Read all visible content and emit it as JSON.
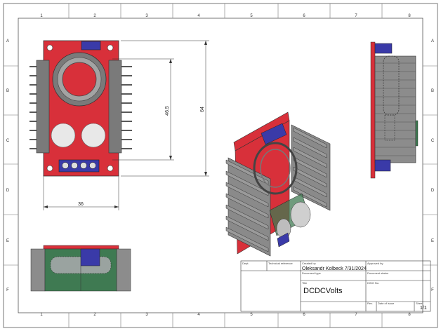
{
  "zones": {
    "cols": [
      "1",
      "2",
      "3",
      "4",
      "5",
      "6",
      "7",
      "8"
    ],
    "rows": [
      "A",
      "B",
      "C",
      "D",
      "E",
      "F"
    ]
  },
  "dimensions": {
    "height_small": "46.5",
    "height_large": "64",
    "width": "36"
  },
  "title_block": {
    "dept_label": "Dept.",
    "tech_ref_label": "Technical reference",
    "created_by_label": "Created by",
    "created_by_value": "Oleksandr Kolbeck 7/31/2024",
    "approved_by_label": "Approved by",
    "doc_type_label": "Document type",
    "doc_status_label": "Document status",
    "title_label": "Title",
    "title_value": "DCDCVolts",
    "dwg_no_label": "DWG No.",
    "rev_label": "Rev.",
    "date_issue_label": "Date of issue",
    "sheet_label": "Sheet",
    "sheet_value": "1/1"
  },
  "colors": {
    "pcb": "#d8303a",
    "heatsink": "#6e6e6e",
    "heatsink_light": "#9a9a9a",
    "connector": "#3a3aa8",
    "green": "#3f7a52"
  }
}
